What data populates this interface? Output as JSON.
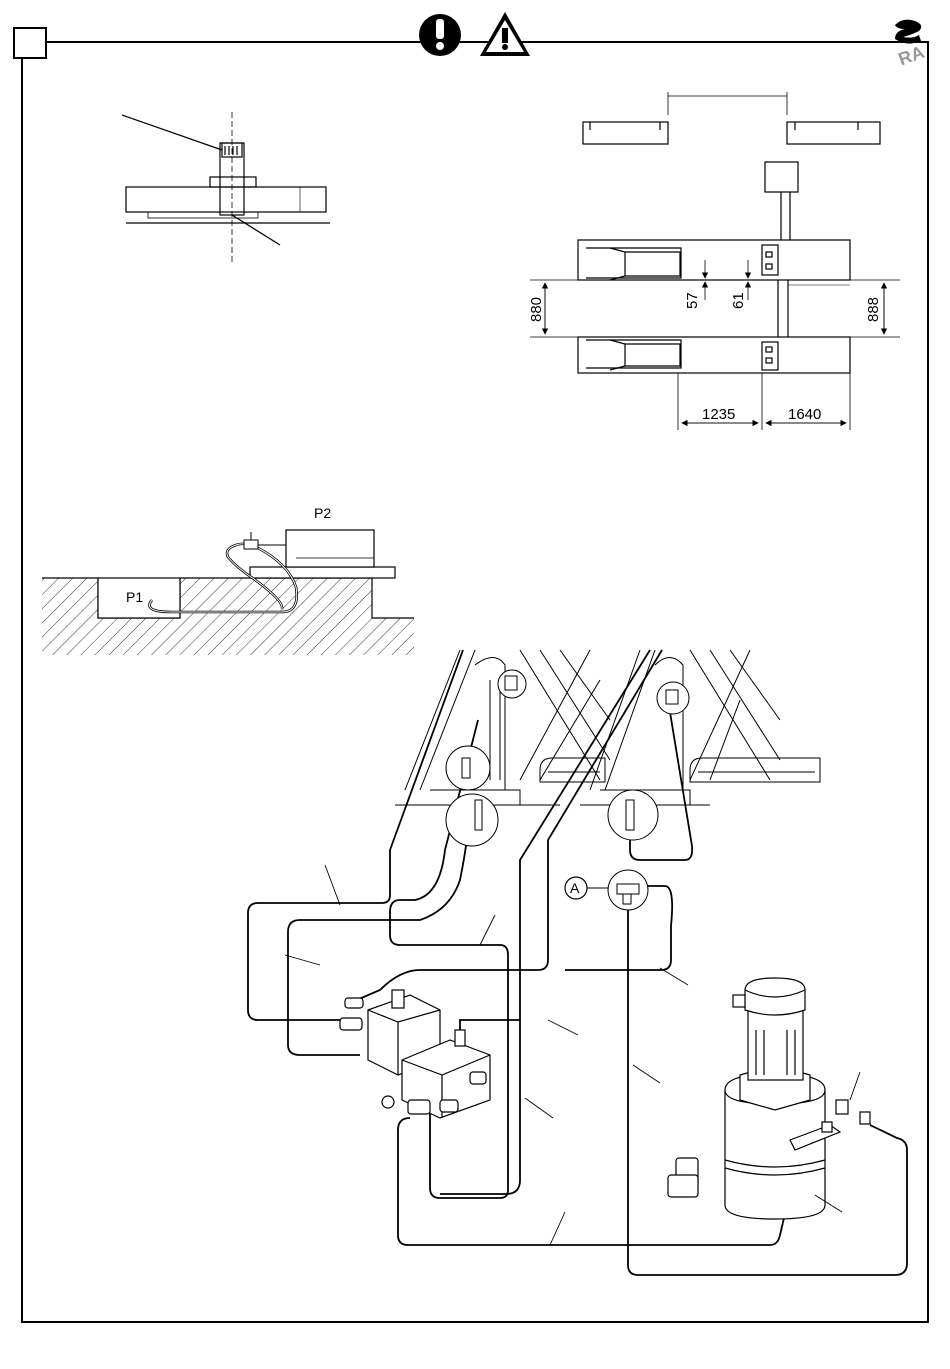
{
  "header": {
    "icons": [
      "mandatory-action-icon",
      "warning-triangle-icon"
    ],
    "brand_text": "RA"
  },
  "layout_diagram": {
    "dimensions": {
      "d880": "880",
      "d57": "57",
      "d61": "61",
      "d888": "888",
      "d1235": "1235",
      "d1640": "1640"
    }
  },
  "pipe_diagram": {
    "p2": "P2",
    "p1": "P1"
  },
  "hydraulic": {
    "detail_label": "A"
  },
  "colors": {
    "line": "#000000",
    "background": "#ffffff"
  }
}
